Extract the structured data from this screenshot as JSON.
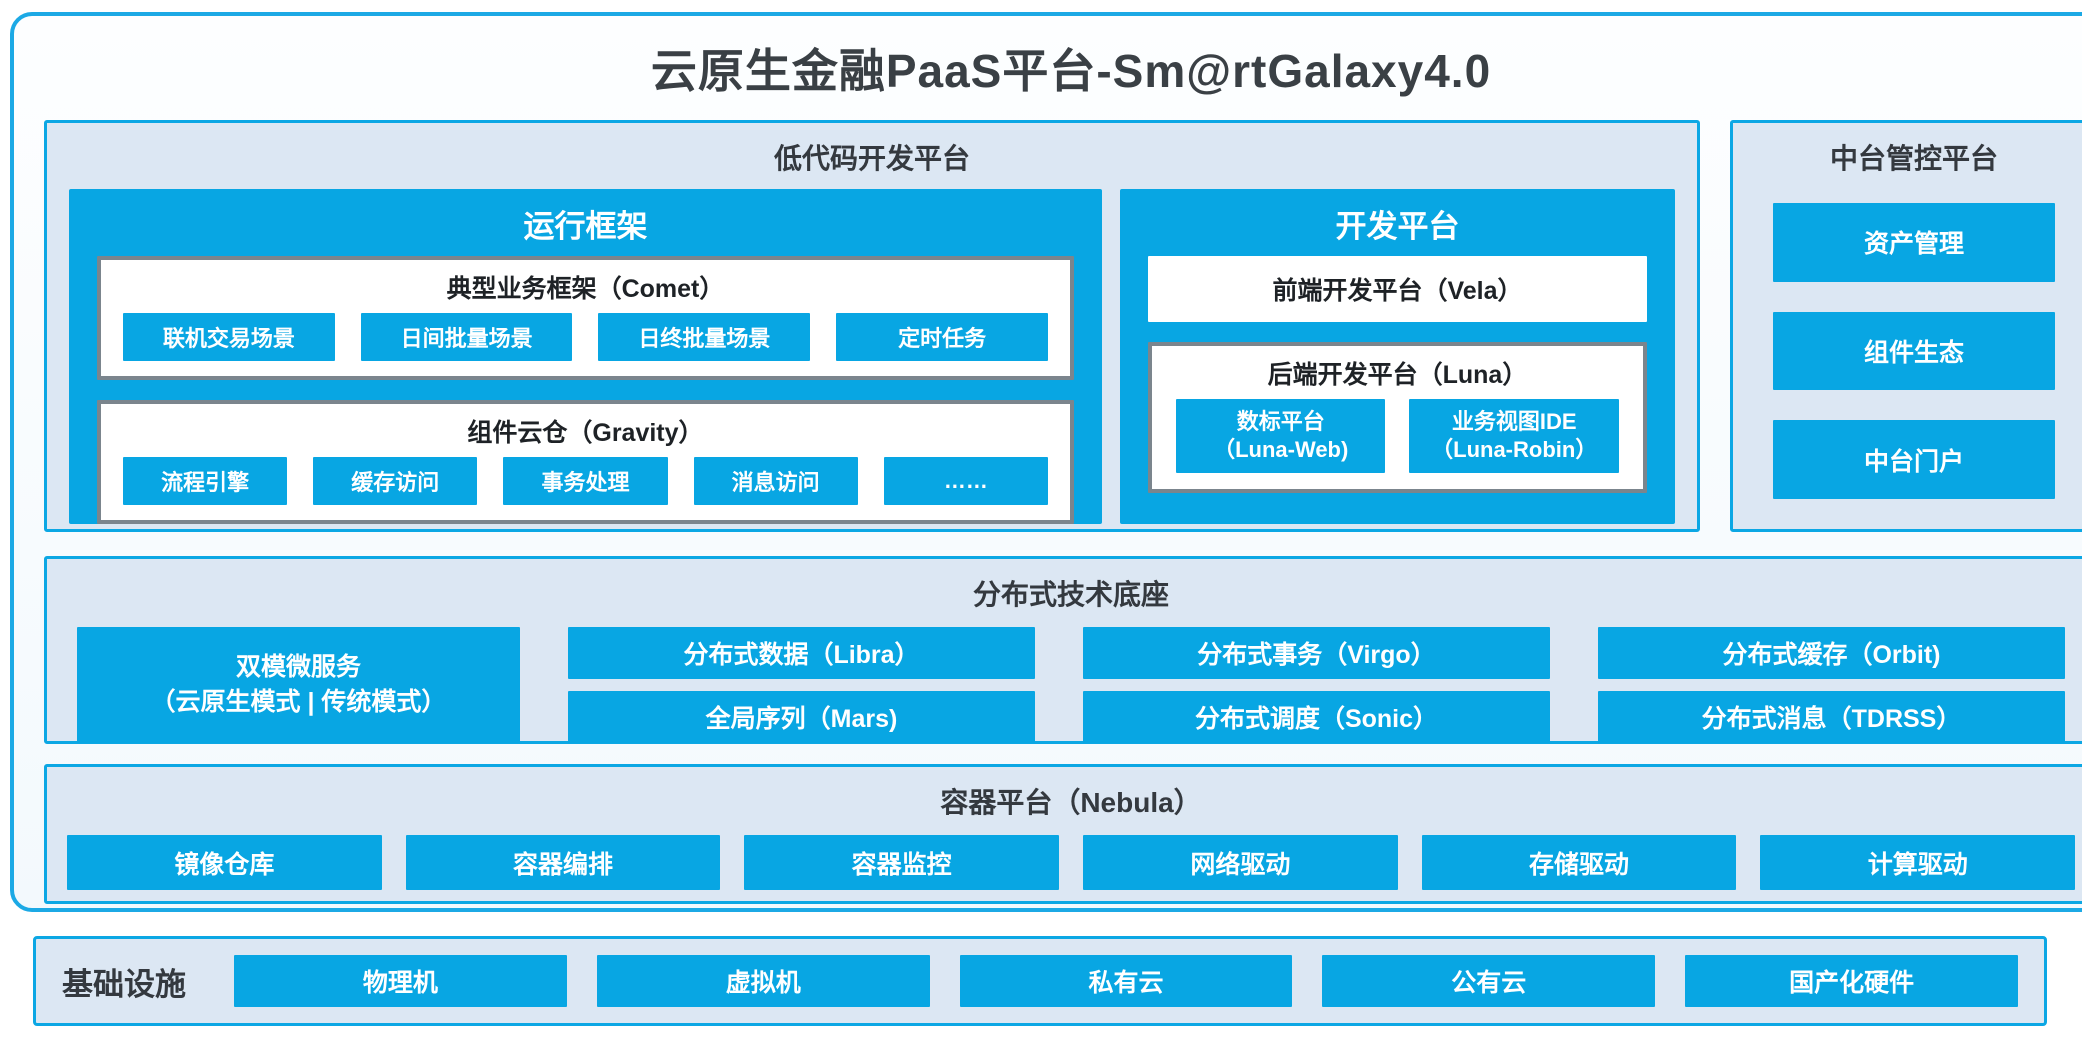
{
  "title": "云原生金融PaaS平台-Sm@rtGalaxy4.0",
  "colors": {
    "accent_blue": "#08A6E3",
    "panel_fill": "#DCE7F3",
    "frame_border": "#1CA9E5",
    "gray_box_border": "#7B858D",
    "dark_text": "#3A4045"
  },
  "lowcode": {
    "title": "低代码开发平台",
    "runtime": {
      "title": "运行框架",
      "comet": {
        "title": "典型业务框架（Comet）",
        "chips": [
          "联机交易场景",
          "日间批量场景",
          "日终批量场景",
          "定时任务"
        ]
      },
      "gravity": {
        "title": "组件云仓（Gravity）",
        "chips": [
          "流程引擎",
          "缓存访问",
          "事务处理",
          "消息访问",
          "……"
        ]
      }
    },
    "dev": {
      "title": "开发平台",
      "vela": "前端开发平台（Vela）",
      "luna": {
        "title": "后端开发平台（Luna）",
        "chips": [
          {
            "line1": "数标平台",
            "line2": "（Luna-Web)"
          },
          {
            "line1": "业务视图IDE",
            "line2": "（Luna-Robin）"
          }
        ]
      }
    }
  },
  "middleware": {
    "title": "中台管控平台",
    "items": [
      "资产管理",
      "组件生态",
      "中台门户"
    ]
  },
  "distributed": {
    "title": "分布式技术底座",
    "dual_mode": {
      "line1": "双模微服务",
      "line2": "（云原生模式 | 传统模式）"
    },
    "columns": [
      [
        "分布式数据（Libra）",
        "全局序列（Mars)"
      ],
      [
        "分布式事务（Virgo）",
        "分布式调度（Sonic）"
      ],
      [
        "分布式缓存（Orbit)",
        "分布式消息（TDRSS）"
      ]
    ]
  },
  "container": {
    "title": "容器平台（Nebula）",
    "items": [
      "镜像仓库",
      "容器编排",
      "容器监控",
      "网络驱动",
      "存储驱动",
      "计算驱动"
    ]
  },
  "infrastructure": {
    "label": "基础设施",
    "items": [
      "物理机",
      "虚拟机",
      "私有云",
      "公有云",
      "国产化硬件"
    ]
  }
}
